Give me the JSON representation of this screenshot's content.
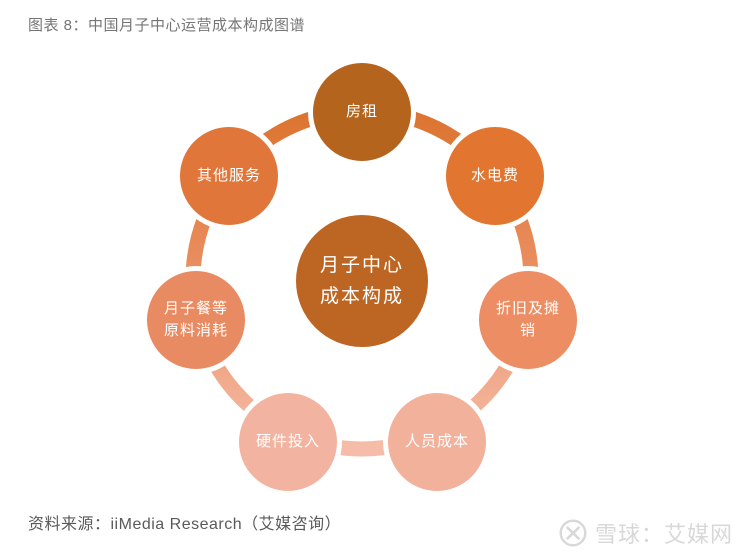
{
  "header": {
    "title": "图表 8：中国月子中心运营成本构成图谱"
  },
  "diagram": {
    "center_node": {
      "label": "月子中心\n成本构成",
      "color": "#BD6522"
    },
    "ring_gradient": {
      "top": "#DC742F",
      "mid": "#EB9064",
      "bottom": "#F5BDA9"
    },
    "nodes": [
      {
        "id": "rent",
        "label": "房租",
        "color": "#B5641E"
      },
      {
        "id": "utilities",
        "label": "水电费",
        "color": "#E2752F"
      },
      {
        "id": "depreciation-amortization",
        "label": "折旧及摊\n销",
        "color": "#EC8D63"
      },
      {
        "id": "staff-cost",
        "label": "人员成本",
        "color": "#F2B19B"
      },
      {
        "id": "hardware-investment",
        "label": "硬件投入",
        "color": "#F2B4A0"
      },
      {
        "id": "food-materials",
        "label": "月子餐等\n原料消耗",
        "color": "#E98B62"
      },
      {
        "id": "other-services",
        "label": "其他服务",
        "color": "#E0763A"
      }
    ]
  },
  "footer": {
    "source": "资料来源：iiMedia Research（艾媒咨询）",
    "watermark": {
      "icon": "xueqiu-logo-icon",
      "text": "雪球：艾媒网"
    }
  }
}
